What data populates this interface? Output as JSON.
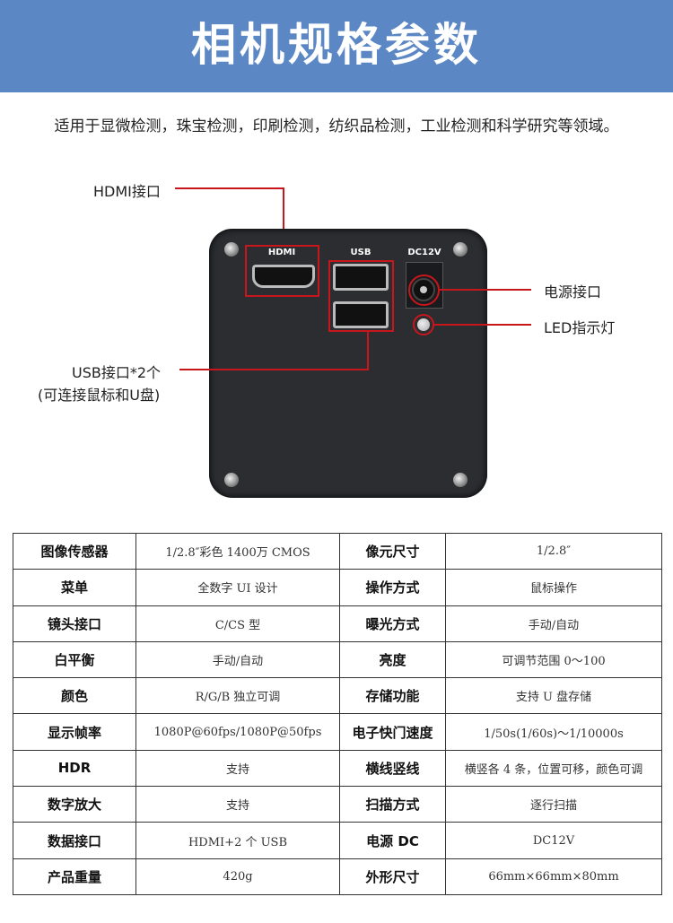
{
  "header": {
    "title": "相机规格参数"
  },
  "intro": "适用于显微检测，珠宝检测，印刷检测，纺织品检测，工业检测和科学研究等领域。",
  "diagram": {
    "callouts": {
      "hdmi": "HDMI接口",
      "power": "电源接口",
      "led": "LED指示灯",
      "usb_line1": "USB接口*2个",
      "usb_line2": "(可连接鼠标和U盘)"
    },
    "port_labels": {
      "hdmi": "HDMI",
      "usb": "USB",
      "dc": "DC12V"
    },
    "accent": "#c8161d"
  },
  "specs": [
    {
      "k1": "图像传感器",
      "v1": "1/2.8″彩色 1400万 CMOS",
      "k2": "像元尺寸",
      "v2": "1/2.8″"
    },
    {
      "k1": "菜单",
      "v1": "全数字 UI 设计",
      "k2": "操作方式",
      "v2": "鼠标操作"
    },
    {
      "k1": "镜头接口",
      "v1": "C/CS 型",
      "k2": "曝光方式",
      "v2": "手动/自动"
    },
    {
      "k1": "白平衡",
      "v1": "手动/自动",
      "k2": "亮度",
      "v2": "可调节范围 0～100"
    },
    {
      "k1": "颜色",
      "v1": "R/G/B 独立可调",
      "k2": "存储功能",
      "v2": "支持 U 盘存储"
    },
    {
      "k1": "显示帧率",
      "v1": "1080P@60fps/1080P@50fps",
      "k2": "电子快门速度",
      "v2": "1/50s(1/60s)～1/10000s"
    },
    {
      "k1": "HDR",
      "v1": "支持",
      "k2": "横线竖线",
      "v2": "横竖各 4 条，位置可移，颜色可调"
    },
    {
      "k1": "数字放大",
      "v1": "支持",
      "k2": "扫描方式",
      "v2": "逐行扫描"
    },
    {
      "k1": "数据接口",
      "v1": "HDMI+2 个 USB",
      "k2": "电源 DC",
      "v2": "DC12V"
    },
    {
      "k1": "产品重量",
      "v1": "420g",
      "k2": "外形尺寸",
      "v2": "66mm×66mm×80mm"
    }
  ]
}
